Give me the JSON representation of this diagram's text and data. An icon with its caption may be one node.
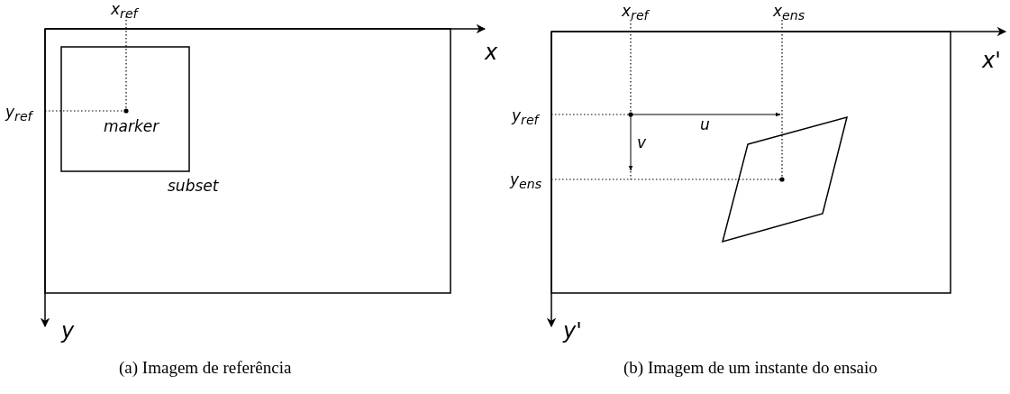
{
  "diagram": {
    "labels": [
      "x$_{ref}$",
      "x",
      "y$_{ref}$",
      "marker",
      "subset",
      "y",
      "(a) Imagem de referência",
      "x$_{ref}$",
      "x$_{ens}$",
      "x'",
      "y$_{ref}$",
      "u",
      "v",
      "y$_{ens}$",
      "y'",
      "(b) Imagem de um instante do ensaio"
    ]
  }
}
